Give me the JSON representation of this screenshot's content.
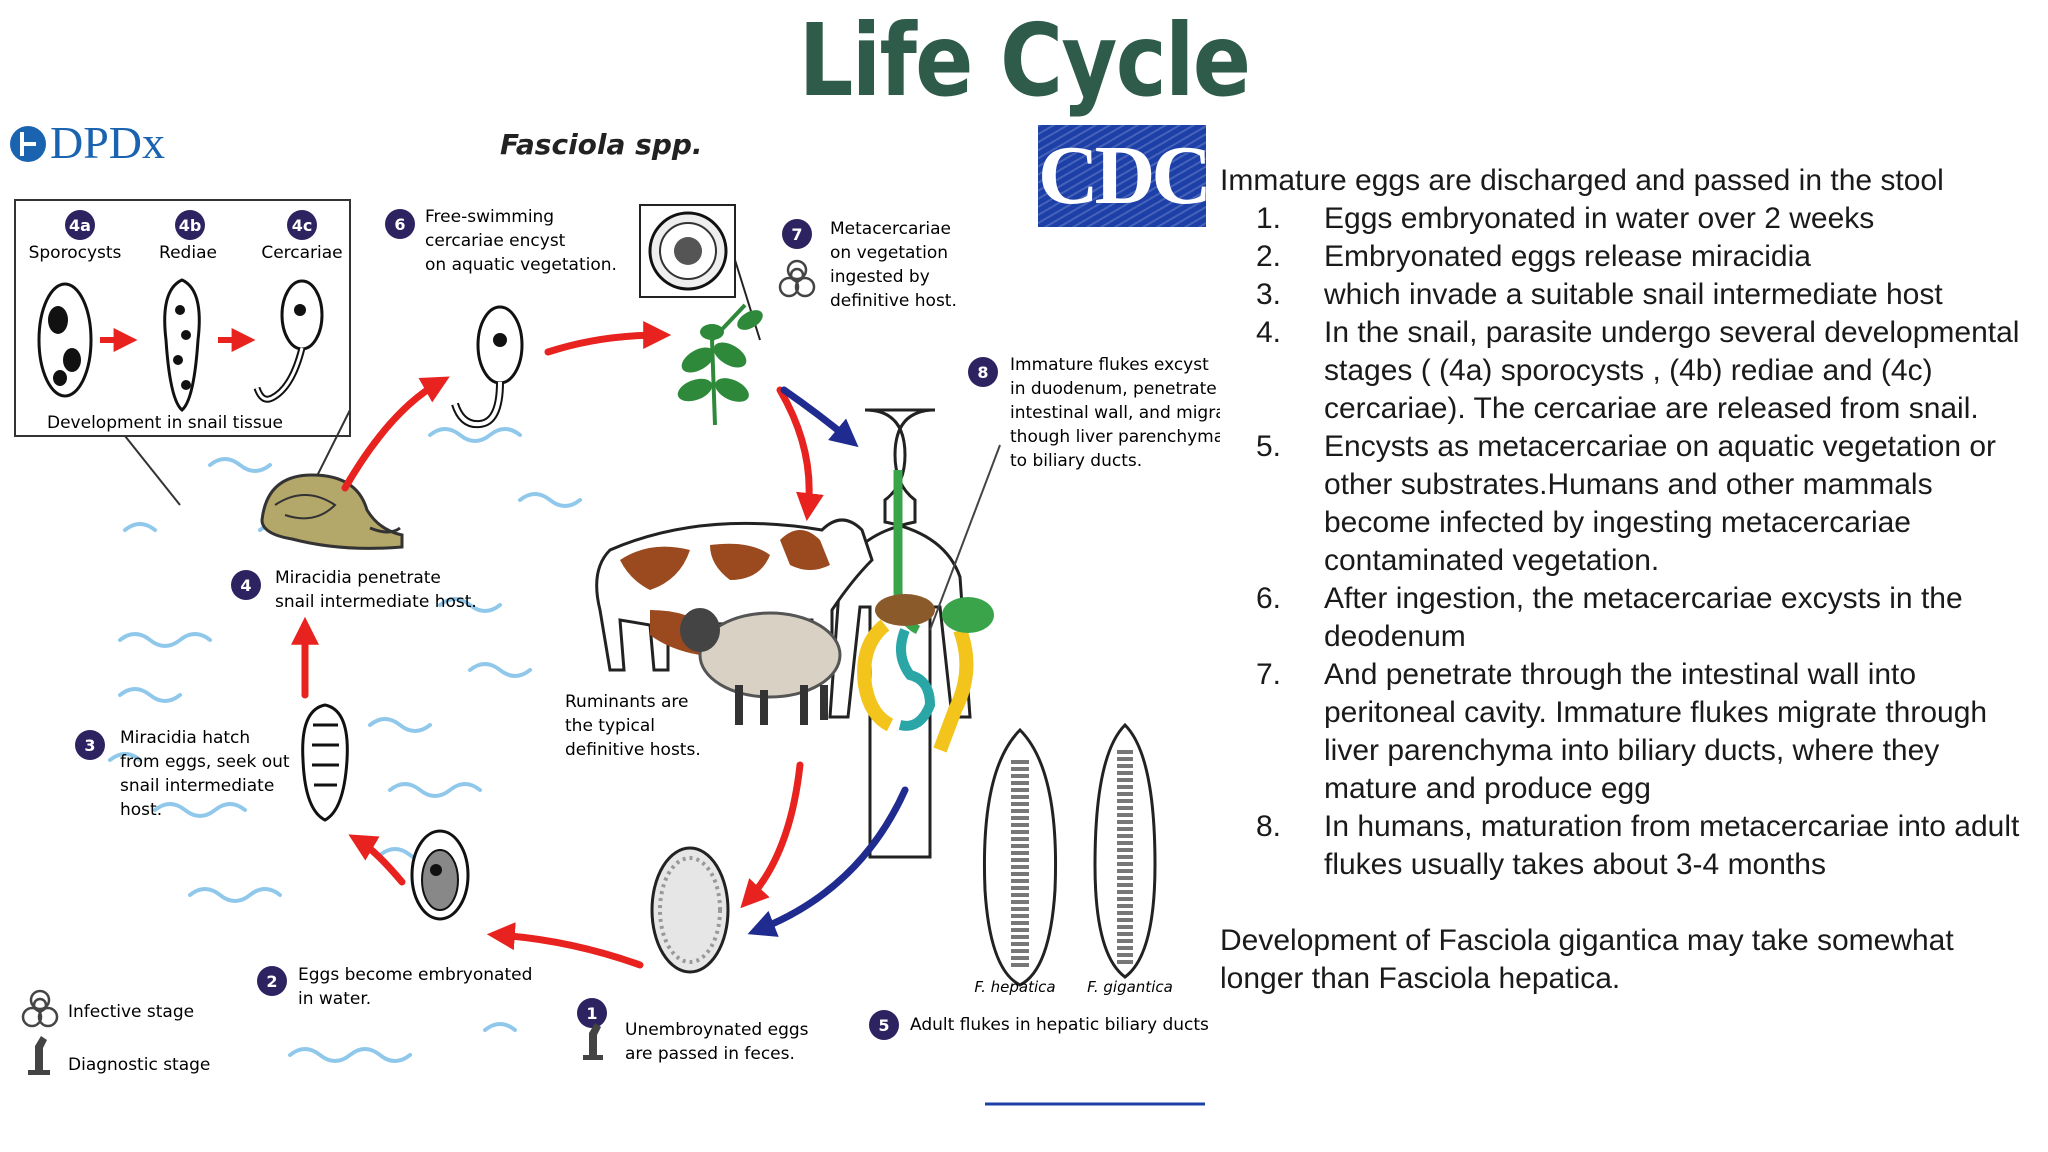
{
  "slide_title": "Life Cycle",
  "dpdx_logo": "DPDx",
  "cdc_logo": "CDC",
  "diagram": {
    "title": "Fasciola spp.",
    "box_labels": {
      "sporocysts": "Sporocysts",
      "rediae": "Rediae",
      "cercariae": "Cercariae",
      "development": "Development in snail tissue"
    },
    "badges": [
      "4a",
      "4b",
      "4c",
      "1",
      "2",
      "3",
      "4",
      "5",
      "6",
      "7",
      "8"
    ],
    "captions": {
      "s5": [
        "Free-swimming",
        "cercariae encyst",
        "on aquatic vegetation."
      ],
      "s6": [
        "Metacercariae",
        "on vegetation",
        "ingested by",
        "definitive host."
      ],
      "s7": [
        "Immature flukes excyst",
        "in duodenum, penetrate",
        "intestinal wall, and migrate",
        "though liver parenchyma",
        "to biliary ducts."
      ],
      "s4": [
        "Miracidia penetrate",
        "snail intermediate host."
      ],
      "s3": [
        "Miracidia hatch",
        "from eggs, seek out",
        "snail intermediate",
        "host."
      ],
      "ruminants": [
        "Ruminants are",
        "the typical",
        "definitive hosts."
      ],
      "s2": [
        "Eggs become embryonated",
        "in water."
      ],
      "s1": [
        "Unembroynated eggs",
        "are passed in feces."
      ],
      "s8": "Adult flukes in hepatic biliary ducts",
      "hepatica": "F. hepatica",
      "gigantica": "F. gigantica"
    },
    "legend": {
      "infective": "Infective stage",
      "diagnostic": "Diagnostic stage"
    },
    "colors": {
      "badge": "#2d2360",
      "red_arrow": "#e8231f",
      "blue_arrow": "#1f2b8f",
      "wave": "#8fc8ea"
    }
  },
  "text_panel": {
    "intro": "Immature eggs are discharged and passed in the stool",
    "steps": [
      {
        "num": "1.",
        "text": "Eggs embryonated in water over 2 weeks"
      },
      {
        "num": "2.",
        "text": "Embryonated eggs release miracidia"
      },
      {
        "num": "3.",
        "text": "which invade a  suitable snail intermediate host"
      },
      {
        "num": "4.",
        "text": "In the snail, parasite undergo several developmental stages ( (4a) sporocysts , (4b) rediae and (4c) cercariae). The cercariae are released from snail."
      },
      {
        "num": "5.",
        "text": "Encysts as metacercariae on aquatic vegetation or other substrates.Humans and other mammals become infected by ingesting metacercariae contaminated vegetation."
      },
      {
        "num": "6.",
        "text": "After ingestion, the metacercariae excysts in the deodenum"
      },
      {
        "num": "7.",
        "text": "And penetrate through the intestinal wall into peritoneal cavity. Immature flukes migrate through liver parenchyma into biliary ducts, where they mature and produce egg"
      },
      {
        "num": "8.",
        "text": "In humans, maturation from metacercariae into adult flukes usually takes about 3-4 months"
      }
    ],
    "footer": "Development of Fasciola gigantica may take somewhat longer than Fasciola hepatica."
  }
}
